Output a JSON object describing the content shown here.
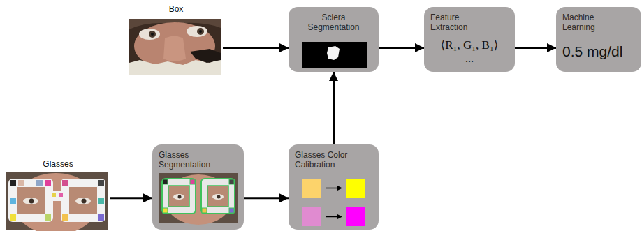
{
  "diagram": {
    "nodes": [
      {
        "text": [
          "Box"
        ]
      },
      {
        "text": [
          "Sclera Segmentation"
        ]
      },
      {
        "text": [
          "Feature Extraction",
          "⟨R₁, G₁, B₁⟩",
          "..."
        ]
      },
      {
        "text": [
          "Machine Learning",
          "0.5 mg/dl"
        ]
      },
      {
        "text": [
          "Glasses"
        ]
      },
      {
        "text": [
          "Glasses Segmentation"
        ]
      },
      {
        "text": [
          "Glasses Color Calibration"
        ]
      }
    ],
    "edges": [
      {
        "from": 0,
        "to": 1,
        "arrow": "to"
      },
      {
        "from": 1,
        "to": 2,
        "arrow": "to"
      },
      {
        "from": 2,
        "to": 3,
        "arrow": "to"
      },
      {
        "from": 4,
        "to": 5,
        "arrow": "to"
      },
      {
        "from": 5,
        "to": 6,
        "arrow": "to"
      },
      {
        "from": 6,
        "to": 1,
        "arrow": "to"
      }
    ]
  }
}
